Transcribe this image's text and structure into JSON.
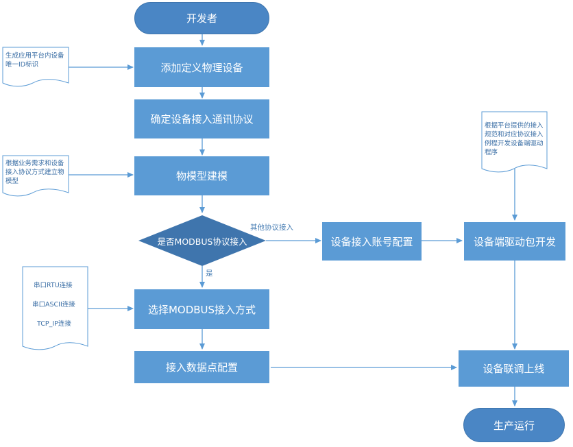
{
  "nodes": {
    "start": "开发者",
    "add_device": "添加定义物理设备",
    "protocol": "确定设备接入通讯协议",
    "model": "物模型建模",
    "decision": "是否MODBUS协议接入",
    "modbus_method": "选择MODBUS接入方式",
    "datapoint": "接入数据点配置",
    "account": "设备接入账号配置",
    "driver": "设备端驱动包开发",
    "debug": "设备联调上线",
    "end": "生产运行"
  },
  "edges": {
    "other_protocol": "其他协议接入",
    "yes": "是"
  },
  "notes": {
    "id_note": "生成应用平台内设备唯一ID标识",
    "model_note": "根据业务需求和设备接入协议方式建立物模型",
    "driver_note": "根据平台提供的接入规范和对应协议接入例程开发设备端驱动程序",
    "modbus_options": [
      "串口RTU连接",
      "串口ASCII连接",
      "TCP_IP连接"
    ]
  },
  "colors": {
    "node_fill": "#5b9bd5",
    "terminal_fill": "#4a86c5",
    "decision_fill": "#3f75ad",
    "line": "#5b9bd5",
    "note_border": "#5b9bd5"
  }
}
